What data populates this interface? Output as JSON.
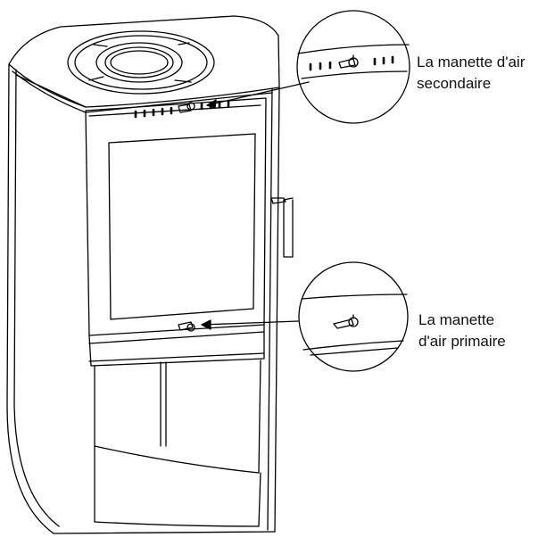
{
  "labels": {
    "secondary_line1": "La manette d'air",
    "secondary_line2": "secondaire",
    "primary_line1": "La manette",
    "primary_line2": "d'air primaire"
  },
  "colors": {
    "line": "#000000",
    "background": "#ffffff"
  }
}
